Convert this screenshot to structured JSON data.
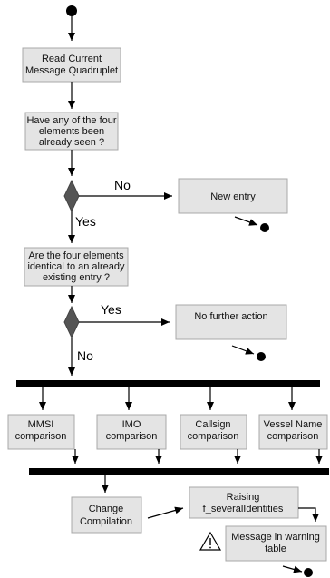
{
  "nodes": {
    "read": [
      "Read Current",
      "Message Quadruplet"
    ],
    "seen": [
      "Have any of the four",
      "elements been",
      "already seen ?"
    ],
    "new_entry": [
      "New entry"
    ],
    "identical": [
      "Are the four elements",
      "identical to an already",
      "existing entry ?"
    ],
    "no_action": [
      "No further action"
    ],
    "mmsi": [
      "MMSI",
      "comparison"
    ],
    "imo": [
      "IMO",
      "comparison"
    ],
    "callsign": [
      "Callsign",
      "comparison"
    ],
    "vessel": [
      "Vessel Name",
      "comparison"
    ],
    "change": [
      "Change",
      "Compilation"
    ],
    "raising": [
      "Raising",
      "f_severalIdentities"
    ],
    "warning": [
      "Message in warning",
      "table"
    ]
  },
  "labels": {
    "no_1": "No",
    "yes_1": "Yes",
    "yes_2": "Yes",
    "no_2": "No"
  }
}
